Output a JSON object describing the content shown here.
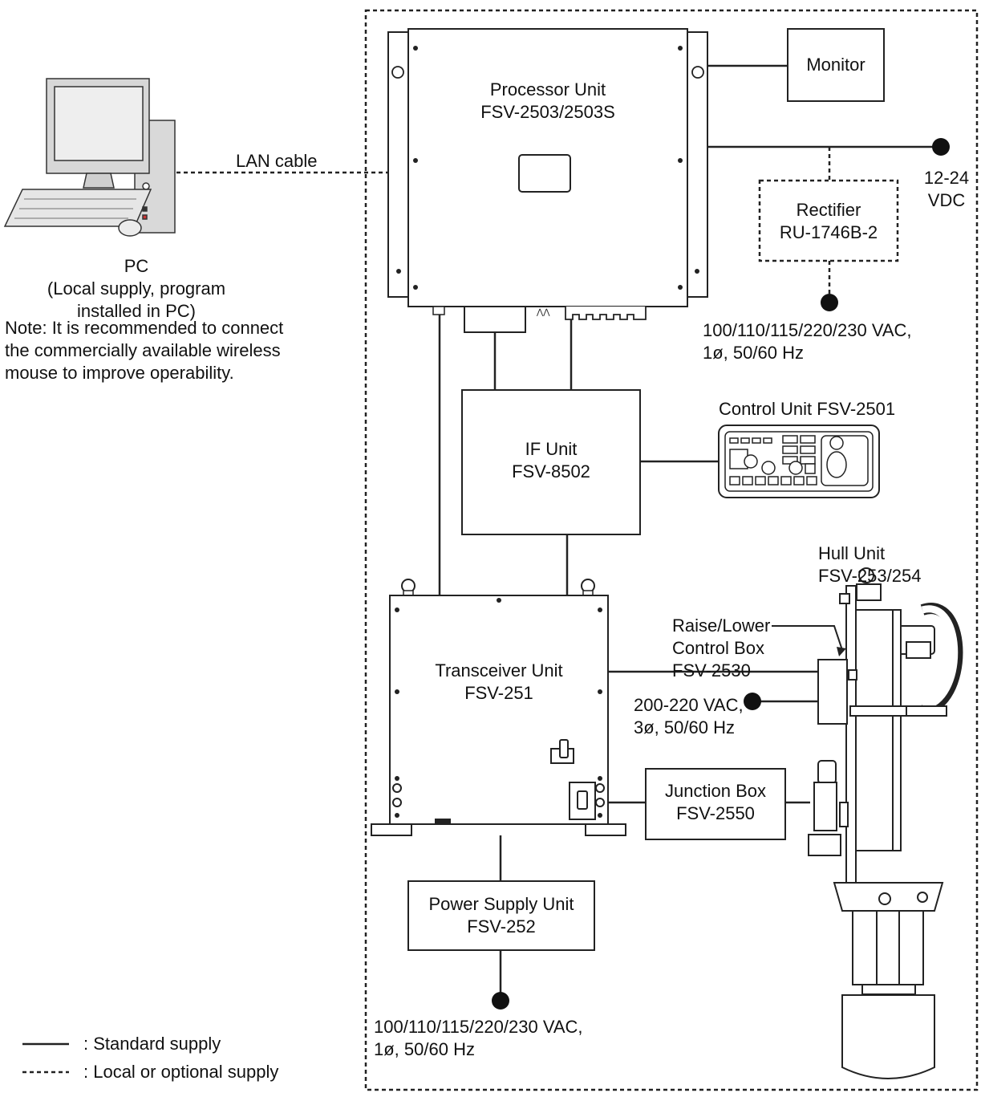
{
  "pc": {
    "label": "PC",
    "note_line1": "(Local supply, program",
    "note_line2": "installed in PC)"
  },
  "note": {
    "line1": "Note: It is recommended to connect",
    "line2": "the commercially available wireless",
    "line3": "mouse to improve operability."
  },
  "lan_cable": "LAN cable",
  "processor": {
    "line1": "Processor Unit",
    "line2": "FSV-2503/2503S"
  },
  "monitor": "Monitor",
  "dc_power": {
    "line1": "12-24",
    "line2": "VDC"
  },
  "rectifier": {
    "line1": "Rectifier",
    "line2": "RU-1746B-2"
  },
  "ac_power_top": {
    "line1": "100/110/115/220/230 VAC,",
    "line2": "1ø, 50/60 Hz"
  },
  "control_unit": "Control Unit FSV-2501",
  "if_unit": {
    "line1": "IF Unit",
    "line2": "FSV-8502"
  },
  "hull_unit": {
    "line1": "Hull Unit",
    "line2": "FSV-253/254"
  },
  "raise_lower": {
    "line1": "Raise/Lower",
    "line2": "Control Box",
    "line3": "FSV-2530"
  },
  "three_phase": {
    "line1": "200-220 VAC,",
    "line2": "3ø, 50/60 Hz"
  },
  "transceiver": {
    "line1": "Transceiver Unit",
    "line2": "FSV-251"
  },
  "junction_box": {
    "line1": "Junction Box",
    "line2": "FSV-2550"
  },
  "power_supply": {
    "line1": "Power Supply Unit",
    "line2": "FSV-252"
  },
  "ac_power_bottom": {
    "line1": "100/110/115/220/230 VAC,",
    "line2": "1ø, 50/60 Hz"
  },
  "legend": {
    "standard": ": Standard supply",
    "optional": ": Local or optional supply"
  }
}
